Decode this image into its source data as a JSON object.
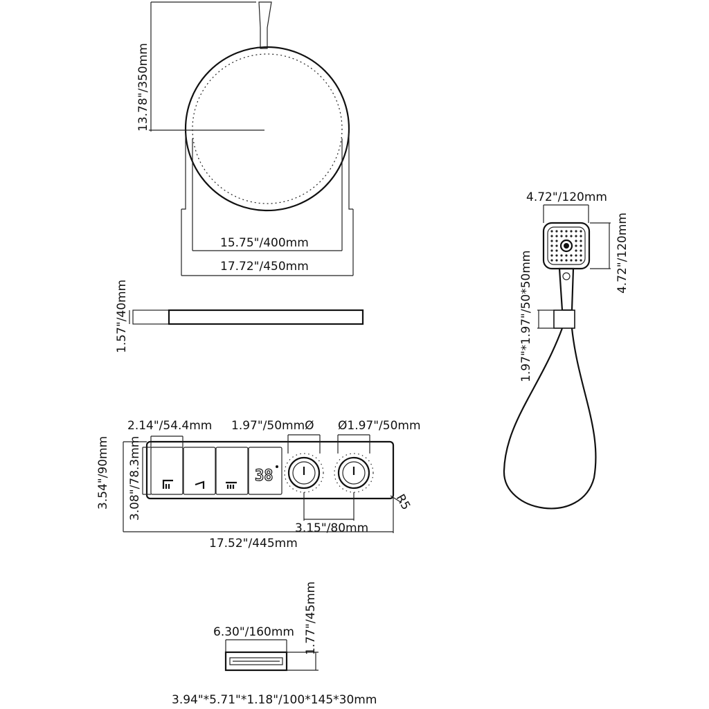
{
  "overhead_shower": {
    "height_label": "13.78\"/350mm",
    "inner_diameter_label": "15.75\"/400mm",
    "outer_width_label": "17.72\"/450mm",
    "thickness_label": "1.57\"/40mm"
  },
  "hand_shower": {
    "head_width_label": "4.72\"/120mm",
    "head_height_label": "4.72\"/120mm",
    "holder_label": "1.97\"*1.97\"/50*50mm"
  },
  "control_panel": {
    "button_width_label": "2.14\"/54.4mm",
    "knob1_diameter_label": "1.97\"/50mmØ",
    "knob2_diameter_label": "Ø1.97\"/50mm",
    "outer_height_label": "3.54\"/90mm",
    "inner_height_label": "3.08\"/78.3mm",
    "knob_spacing_label": "3.15\"/80mm",
    "total_width_label": "17.52\"/445mm",
    "radius_label": "R5",
    "display_value": "38"
  },
  "spout": {
    "width_label": "6.30\"/160mm",
    "height_label": "1.77\"/45mm",
    "box_label": "3.94\"*5.71\"*1.18\"/100*145*30mm"
  },
  "icons": [
    "rain-shower-icon",
    "hand-shower-icon",
    "spout-icon",
    "digital-display-icon",
    "thermostat-knob-icon",
    "volume-knob-icon"
  ]
}
